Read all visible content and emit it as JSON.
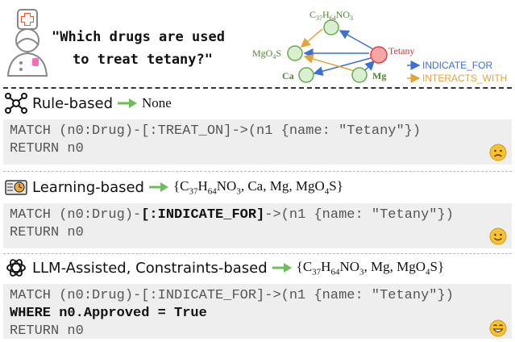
{
  "question": {
    "line1": "\"Which drugs are used",
    "line2": "to treat tetany?\""
  },
  "graph": {
    "nodes": {
      "top": "C37H64NO3",
      "left": "MgO4S",
      "tetany": "Tetany",
      "ca": "Ca",
      "mg": "Mg"
    },
    "legend": {
      "indicate_for": "INDICATE_FOR",
      "interacts_with": "INTERACTS_WITH"
    },
    "colors": {
      "indicate": "#3b6fd6",
      "interacts": "#e2a43a",
      "drug_node": "#d9f0d0",
      "drug_stroke": "#6aa84f",
      "disease_node": "#f6a6a6",
      "disease_stroke": "#d44"
    }
  },
  "sections": [
    {
      "title": "Rule-based",
      "result_plain": "None",
      "code": [
        "MATCH (n0:Drug)-[:TREAT_ON]->(n1 {name: \"Tetany\"})",
        "RETURN n0"
      ],
      "emoji": "sad-face"
    },
    {
      "title": "Learning-based",
      "code_pre": "MATCH (n0:Drug)-",
      "code_bold": "[:INDICATE_FOR]",
      "code_post": "->(n1 {name: \"Tetany\"})",
      "code_line2": "RETURN n0",
      "emoji": "smile-face"
    },
    {
      "title": "LLM-Assisted, Constraints-based",
      "code": [
        "MATCH (n0:Drug)-[:INDICATE_FOR]->(n1 {name: \"Tetany\"})"
      ],
      "code_bold_line": "WHERE n0.Approved = True",
      "code_line3": "RETURN n0",
      "emoji": "grin-face"
    }
  ]
}
